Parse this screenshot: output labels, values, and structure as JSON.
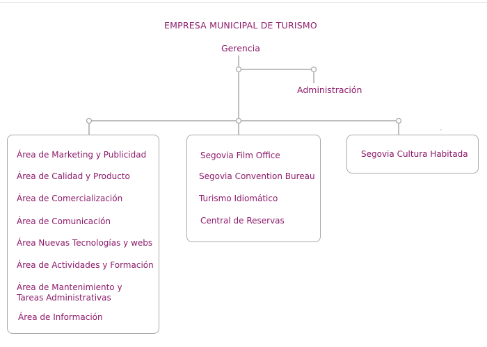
{
  "title": "EMPRESA MUNICIPAL DE TURISMO",
  "nodes": {
    "gerencia": "Gerencia",
    "administracion": "Administración"
  },
  "departments": {
    "left": {
      "items": [
        "Área de Marketing y Publicidad",
        "Área de Calidad y Producto",
        "Área de Comercialización",
        "Área de Comunicación",
        "Área Nuevas Tecnologías y webs",
        "Área de Actividades y Formación",
        "Área de Mantenimiento y",
        "Tareas Administrativas",
        "Área de Información"
      ]
    },
    "middle": {
      "items": [
        "Segovia Film Office",
        "Segovia Convention Bureau",
        "Turismo Idiomático",
        "Central de Reservas"
      ]
    },
    "right": {
      "items": [
        "Segovia Cultura Habitada"
      ]
    }
  },
  "colors": {
    "text": "#8c1a6a",
    "lines": "#a8a8a8"
  }
}
